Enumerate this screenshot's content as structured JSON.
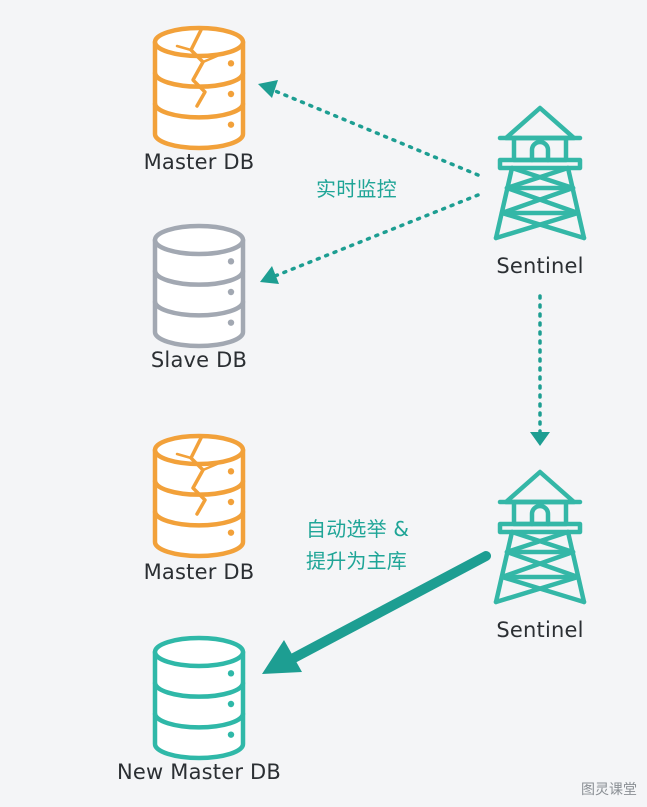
{
  "colors": {
    "failed": "#f2a13a",
    "slave": "#a2a8b2",
    "new_master": "#2fb8a8",
    "sentinel": "#34b7a7",
    "arrow": "#1d9e92"
  },
  "nodes": {
    "master_top": {
      "label": "Master DB",
      "icon": "cracked-database-icon"
    },
    "slave": {
      "label": "Slave DB",
      "icon": "database-icon"
    },
    "sentinel_top": {
      "label": "Sentinel",
      "icon": "watchtower-icon"
    },
    "master_bottom": {
      "label": "Master DB",
      "icon": "cracked-database-icon"
    },
    "sentinel_bottom": {
      "label": "Sentinel",
      "icon": "watchtower-icon"
    },
    "new_master": {
      "label": "New Master DB",
      "icon": "database-icon"
    }
  },
  "annotations": {
    "monitor": "实时监控",
    "elect_line1": "自动选举 &",
    "elect_line2": "提升为主库"
  },
  "watermark": "图灵课堂"
}
